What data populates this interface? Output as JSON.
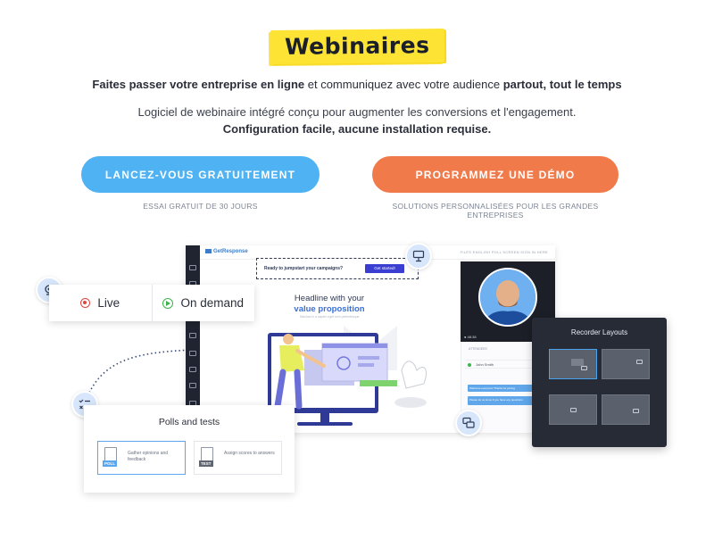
{
  "page": {
    "title": "Webinaires",
    "tagline_part1": "Faites passer votre entreprise en ligne",
    "tagline_part2": " et communiquez avec votre audience ",
    "tagline_part3": "partout, tout le temps",
    "description": "Logiciel de webinaire intégré conçu pour augmenter les conversions et l'engagement.",
    "description_bold": "Configuration facile, aucune installation requise."
  },
  "cta": {
    "free_label": "LANCEZ-VOUS GRATUITEMENT",
    "free_sub": "ESSAI GRATUIT DE 30 JOURS",
    "demo_label": "PROGRAMMEZ UNE DÉMO",
    "demo_sub": "SOLUTIONS PERSONNALISÉES POUR LES GRANDES ENTREPRISES"
  },
  "mockup": {
    "logo": "GetResponse",
    "top_tabs": "FILES    ENGLISH    POLL SCREEN    SIGN IN HERE",
    "banner_text": "Ready to jumpstart your campaigns?",
    "banner_button": "Get started!",
    "headline_line1": "Headline with your",
    "headline_line2": "value proposition",
    "headline_sub": "Tabulasi in a sapien eget sem pellentesque",
    "attendee_header": "ATTENDEES",
    "attendee_name": "John Smith",
    "chat_msg1": "Welcome everyone! Thanks for joining",
    "chat_msg2": "Please let us know if you have any questions"
  },
  "mode": {
    "live": "Live",
    "on_demand": "On demand"
  },
  "polls": {
    "title": "Polls and tests",
    "card1_tag": "POLL",
    "card1_text": "Gather opinions and feedback",
    "card2_tag": "TEST",
    "card2_text": "Assign scores to answers"
  },
  "recorder": {
    "title": "Recorder Layouts"
  },
  "icons": [
    "webcam-icon",
    "checklist-icon",
    "screen-share-icon",
    "chat-bubbles-icon",
    "video-camera-icon"
  ],
  "colors": {
    "title_highlight": "#fce334",
    "free_button": "#4fb2f3",
    "demo_button": "#f17a4b",
    "live": "#e2453f",
    "on_demand": "#3bb54a",
    "recorder_bg": "#262b36",
    "accent": "#3a3fd1"
  }
}
